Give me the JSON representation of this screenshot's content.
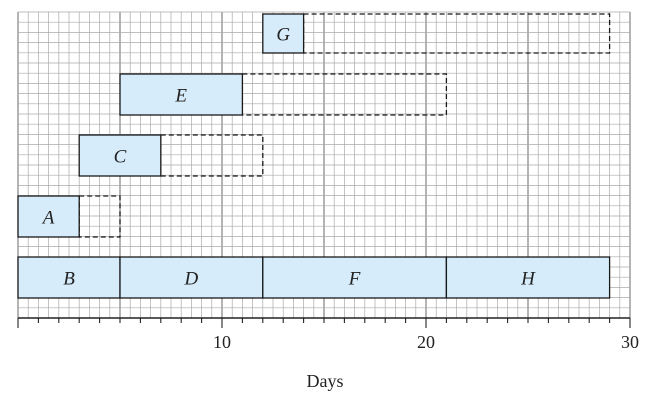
{
  "chart_data": {
    "type": "gantt",
    "xlabel": "Days",
    "xlim": [
      0,
      30
    ],
    "xticks": [
      10,
      20,
      30
    ],
    "grid": true,
    "colors": {
      "bar_fill": "#d6ecfa",
      "bar_stroke": "#1a1a1a",
      "grid": "#aaaaaa"
    },
    "tasks": [
      {
        "label": "G",
        "row": 0,
        "start": 12,
        "end": 14,
        "slack_end": 29
      },
      {
        "label": "E",
        "row": 1,
        "start": 5,
        "end": 11,
        "slack_end": 21
      },
      {
        "label": "C",
        "row": 2,
        "start": 3,
        "end": 7,
        "slack_end": 12
      },
      {
        "label": "A",
        "row": 3,
        "start": 0,
        "end": 3,
        "slack_end": 5
      },
      {
        "label": "B",
        "row": 4,
        "start": 0,
        "end": 5
      },
      {
        "label": "D",
        "row": 4,
        "start": 5,
        "end": 12
      },
      {
        "label": "F",
        "row": 4,
        "start": 12,
        "end": 21
      },
      {
        "label": "H",
        "row": 4,
        "start": 21,
        "end": 29
      }
    ]
  }
}
